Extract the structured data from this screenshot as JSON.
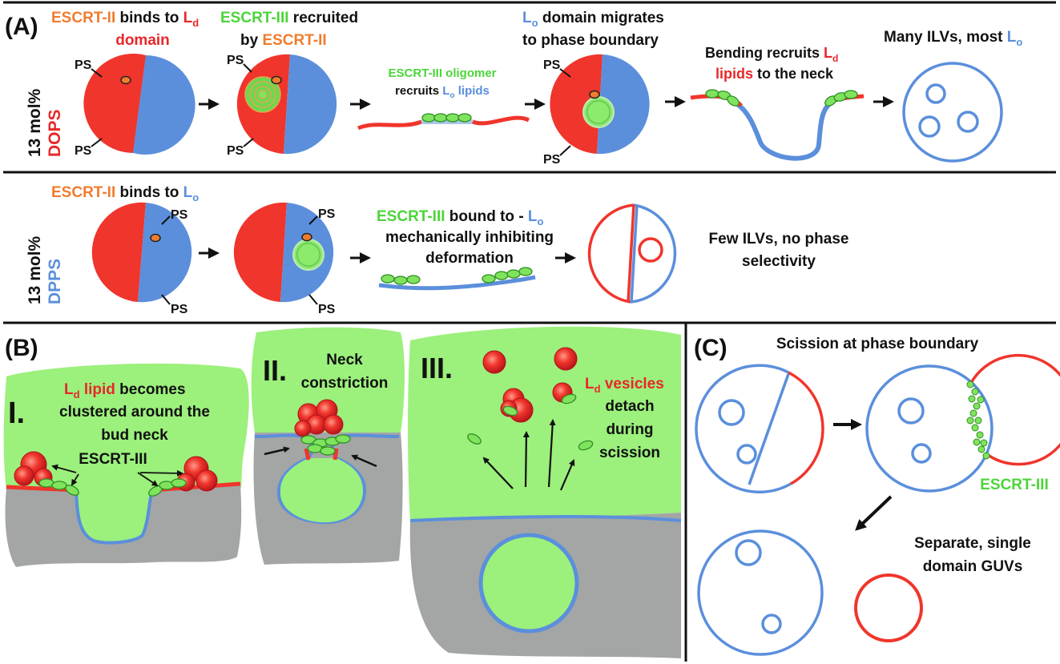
{
  "colors": {
    "ld_red": "#f0352c",
    "lo_blue": "#5b8fdc",
    "escrt_green": "#8cea6c",
    "escrt_ii_orange": "#f07c2e",
    "cytoplasm_green": "#9cf07c",
    "membrane_gray": "#a3a6a5"
  },
  "panelA": {
    "label": "(A)",
    "row1": {
      "condition": {
        "pre": "13 mol%",
        "lipid": "DOPS"
      },
      "ps": "PS",
      "step1": {
        "p1": "ESCRT-II",
        "p2": " binds to ",
        "p3": "L",
        "p3sub": "d",
        "line2": "domain"
      },
      "step2": {
        "p1": "ESCRT-III",
        "p2": " recruited",
        "l2a": "by ",
        "l2b": "ESCRT-II"
      },
      "step3": {
        "line1": "ESCRT-III oligomer",
        "l2a": "recruits ",
        "l2b": "L",
        "l2bsub": "o",
        "l2c": " lipids"
      },
      "step4": {
        "l1a": "L",
        "l1asub": "o",
        "l1b": " domain migrates",
        "line2": "to phase boundary"
      },
      "step5": {
        "l1a": "Bending recruits ",
        "l1b": "L",
        "l1bsub": "d",
        "l2a": "lipids",
        "l2b": " to the neck"
      },
      "step6": {
        "l1a": "Many ILVs, most ",
        "l1b": "L",
        "l1bsub": "o"
      }
    },
    "row2": {
      "condition": {
        "pre": "13 mol%",
        "lipid": "DPPS"
      },
      "ps": "PS",
      "step1": {
        "p1": "ESCRT-II",
        "p2": " binds to ",
        "p3": "L",
        "p3sub": "o"
      },
      "step3": {
        "l1a": "ESCRT-III",
        "l1b": " bound to - ",
        "l1c": "L",
        "l1csub": "o",
        "line2": "mechanically inhibiting",
        "line3": "deformation"
      },
      "step5": {
        "line1": "Few ILVs, no phase",
        "line2": "selectivity"
      }
    }
  },
  "panelB": {
    "label": "(B)",
    "stageI": {
      "roman": "I.",
      "l1a": "L",
      "l1asub": "d",
      "l1b": " lipid",
      "l1c": " becomes",
      "line2": "clustered around the",
      "line3": "bud neck",
      "escrt": "ESCRT-III"
    },
    "stageII": {
      "roman": "II.",
      "line1": "Neck",
      "line2": "constriction"
    },
    "stageIII": {
      "roman": "III.",
      "l1a": "L",
      "l1asub": "d",
      "l1b": " vesicles",
      "line2": "detach",
      "line3": "during",
      "line4": "scission"
    }
  },
  "panelC": {
    "label": "(C)",
    "title": "Scission at phase boundary",
    "escrt": "ESCRT-III",
    "result": {
      "line1": "Separate, single",
      "line2": "domain GUVs"
    }
  }
}
